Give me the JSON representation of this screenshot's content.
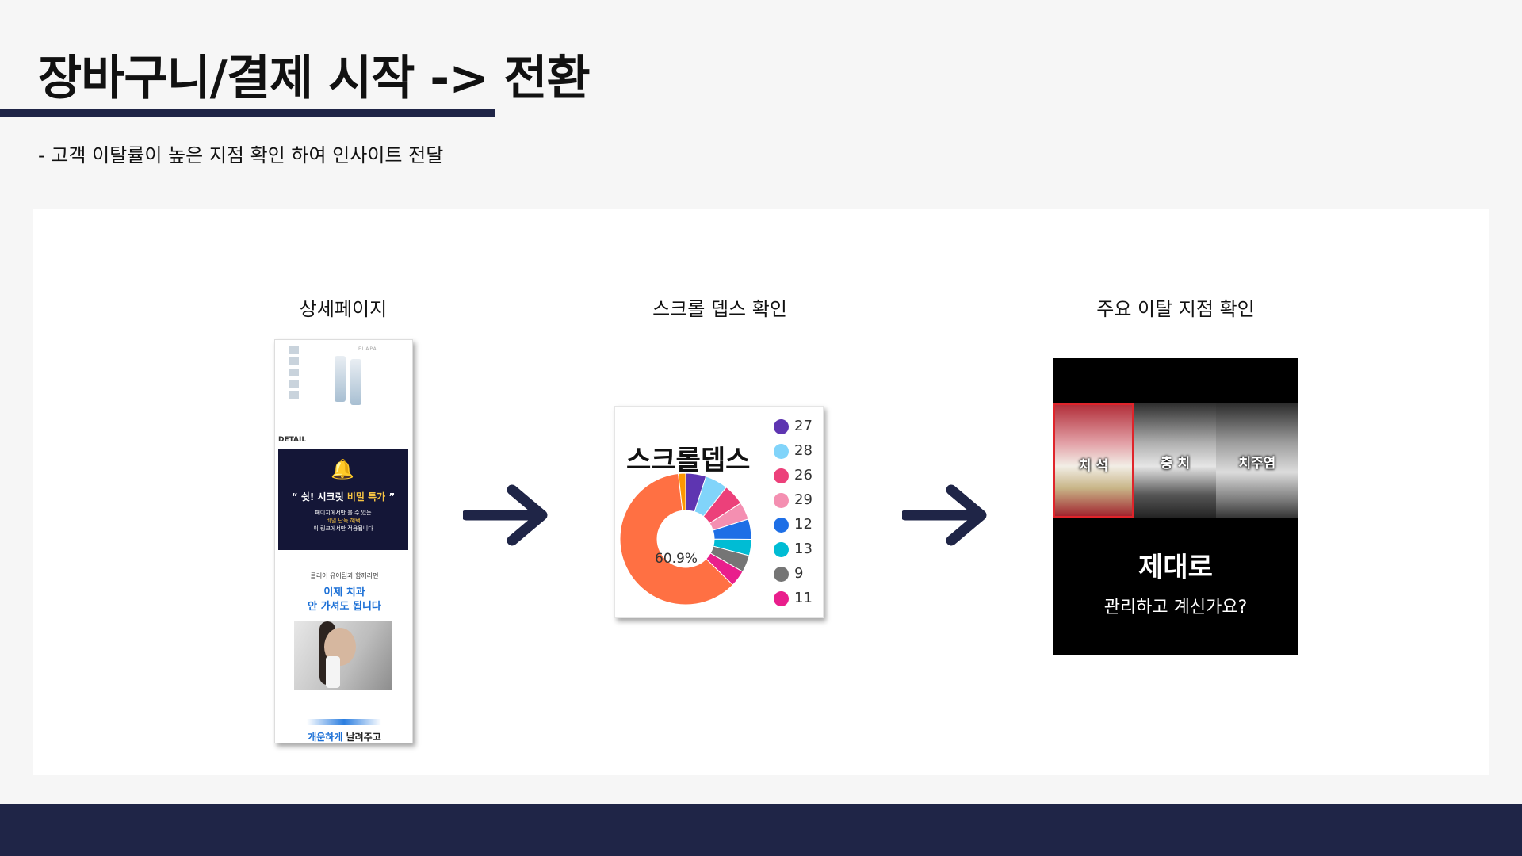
{
  "page": {
    "title": "장바구니/결제 시작 -> 전환",
    "subtitle": "- 고객 이탈률이 높은 지점 확인 하여 인사이트 전달",
    "accent": "#1f2547"
  },
  "steps": [
    {
      "label": "상세페이지"
    },
    {
      "label": "스크롤 뎁스 확인"
    },
    {
      "label": "주요 이탈 지점 확인"
    }
  ],
  "detail_page": {
    "brand": "ELAPA",
    "section_label": "DETAIL",
    "promo_title_pre": "“ 쉿! 시크릿 ",
    "promo_title_em": "비밀 특가",
    "promo_title_post": " ”",
    "promo_line1": "페이지에서만 볼 수 있는",
    "promo_line2": "비밀 단독 혜택",
    "promo_line3": "이 링크에서만 적용됩니다",
    "mid_small": "클리어 유어팁과 함께라면",
    "mid_line1": "이제 치과",
    "mid_line2": "안 가셔도 됩니다",
    "bottom_blue": "개운하게",
    "bottom_dark": " 날려주고"
  },
  "chart_data": {
    "type": "pie",
    "title": "스크롤뎁스",
    "center_label": "60.9%",
    "legend_position": "right",
    "categories": [
      "27",
      "28",
      "26",
      "29",
      "12",
      "13",
      "9",
      "11"
    ],
    "colors": [
      "#5e35b1",
      "#81d4fa",
      "#ec407a",
      "#f48fb1",
      "#1e6fe6",
      "#00bcd4",
      "#757575",
      "#e91e8c",
      "#ff7043",
      "#ff9800"
    ],
    "values": [
      5.0,
      5.6,
      5.2,
      4.3,
      5.0,
      4.0,
      4.2,
      4.0,
      60.9,
      1.8
    ]
  },
  "teeth_image": {
    "labels": [
      "치 석",
      "충 치",
      "치주염"
    ],
    "headline": "제대로",
    "subline": "관리하고 계신가요?"
  }
}
